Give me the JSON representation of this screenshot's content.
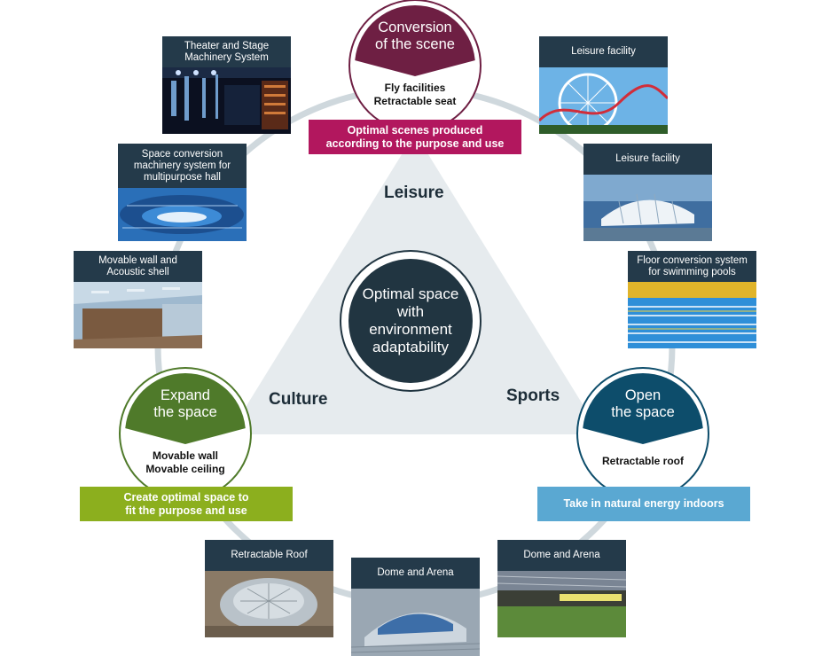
{
  "themes": {
    "leisure": "Leisure",
    "culture": "Culture",
    "sports": "Sports"
  },
  "center": {
    "line1": "Optimal space",
    "line2": "with",
    "line3": "environment",
    "line4": "adaptability"
  },
  "nodes": {
    "top": {
      "head1": "Conversion",
      "head2": "of the scene",
      "body1": "Fly facilities",
      "body2": "Retractable seat",
      "color": "#6e1f43"
    },
    "left": {
      "head1": "Expand",
      "head2": "the space",
      "body1": "Movable wall",
      "body2": "Movable ceiling",
      "color": "#4f7a2a"
    },
    "right": {
      "head1": "Open",
      "head2": "the space",
      "body1": "Retractable roof",
      "body2": "",
      "color": "#0d4d6b"
    }
  },
  "banners": {
    "top": {
      "line1": "Optimal scenes produced",
      "line2": "according to the purpose and use",
      "color": "#b2175e"
    },
    "left": {
      "line1": "Create optimal space to",
      "line2": "fit the purpose and use",
      "color": "#8caf1e"
    },
    "right": {
      "line1": "Take in natural energy indoors",
      "color": "#5aa8d2"
    }
  },
  "cards": {
    "theater": {
      "line1": "Theater and Stage",
      "line2": "Machinery System"
    },
    "space_conversion": {
      "line1": "Space conversion",
      "line2": "machinery system for",
      "line3": "multipurpose hall"
    },
    "movable_wall": {
      "line1": "Movable wall and",
      "line2": "Acoustic shell"
    },
    "leisure1": {
      "line1": "Leisure facility"
    },
    "leisure2": {
      "line1": "Leisure facility"
    },
    "floor_conversion": {
      "line1": "Floor conversion system",
      "line2": "for swimming pools"
    },
    "retractable_roof": {
      "line1": "Retractable Roof"
    },
    "dome1": {
      "line1": "Dome and Arena"
    },
    "dome2": {
      "line1": "Dome and Arena"
    }
  }
}
